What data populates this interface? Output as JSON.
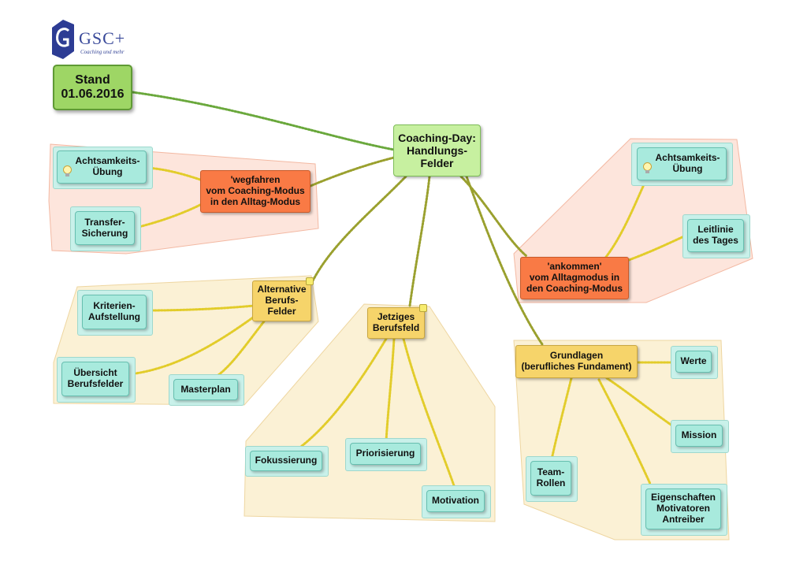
{
  "logo": {
    "name": "GSC+",
    "tagline": "Coaching und mehr",
    "color": "#2d3c94"
  },
  "colors": {
    "teal": "#a8eadd",
    "orange": "#f97a45",
    "yellow": "#f6d46a",
    "green": "#c7f0a0",
    "green_dark": "#9ed665",
    "region_pink": "#fde5dc",
    "region_yellow": "#fbf1d5",
    "edge_yellow": "#e2cc2a",
    "edge_olive": "#9aa02e",
    "edge_green": "#6aa83c"
  },
  "nodes": {
    "stand": "Stand\n01.06.2016",
    "root": "Coaching-Day:\nHandlungs-\nFelder",
    "wegfahren": "'wegfahren\nvom Coaching-Modus\nin den Alltag-Modus",
    "achtsamkeit_left": "Achtsamkeits-\nÜbung",
    "transfer": "Transfer-\nSicherung",
    "ankommen": "'ankommen'\nvom Alltagmodus in\nden Coaching-Modus",
    "achtsamkeit_right": "Achtsamkeits-\nÜbung",
    "leitlinie": "Leitlinie\ndes Tages",
    "alternative": "Alternative\nBerufs-\nFelder",
    "kriterien": "Kriterien-\nAufstellung",
    "uebersicht": "Übersicht\nBerufsfelder",
    "masterplan": "Masterplan",
    "jetziges": "Jetziges\nBerufsfeld",
    "fokussierung": "Fokussierung",
    "priorisierung": "Priorisierung",
    "motivation": "Motivation",
    "grundlagen": "Grundlagen\n(berufliches Fundament)",
    "werte": "Werte",
    "mission": "Mission",
    "team": "Team-\nRollen",
    "eigenschaften": "Eigenschaften\nMotivatoren\nAntreiber"
  }
}
